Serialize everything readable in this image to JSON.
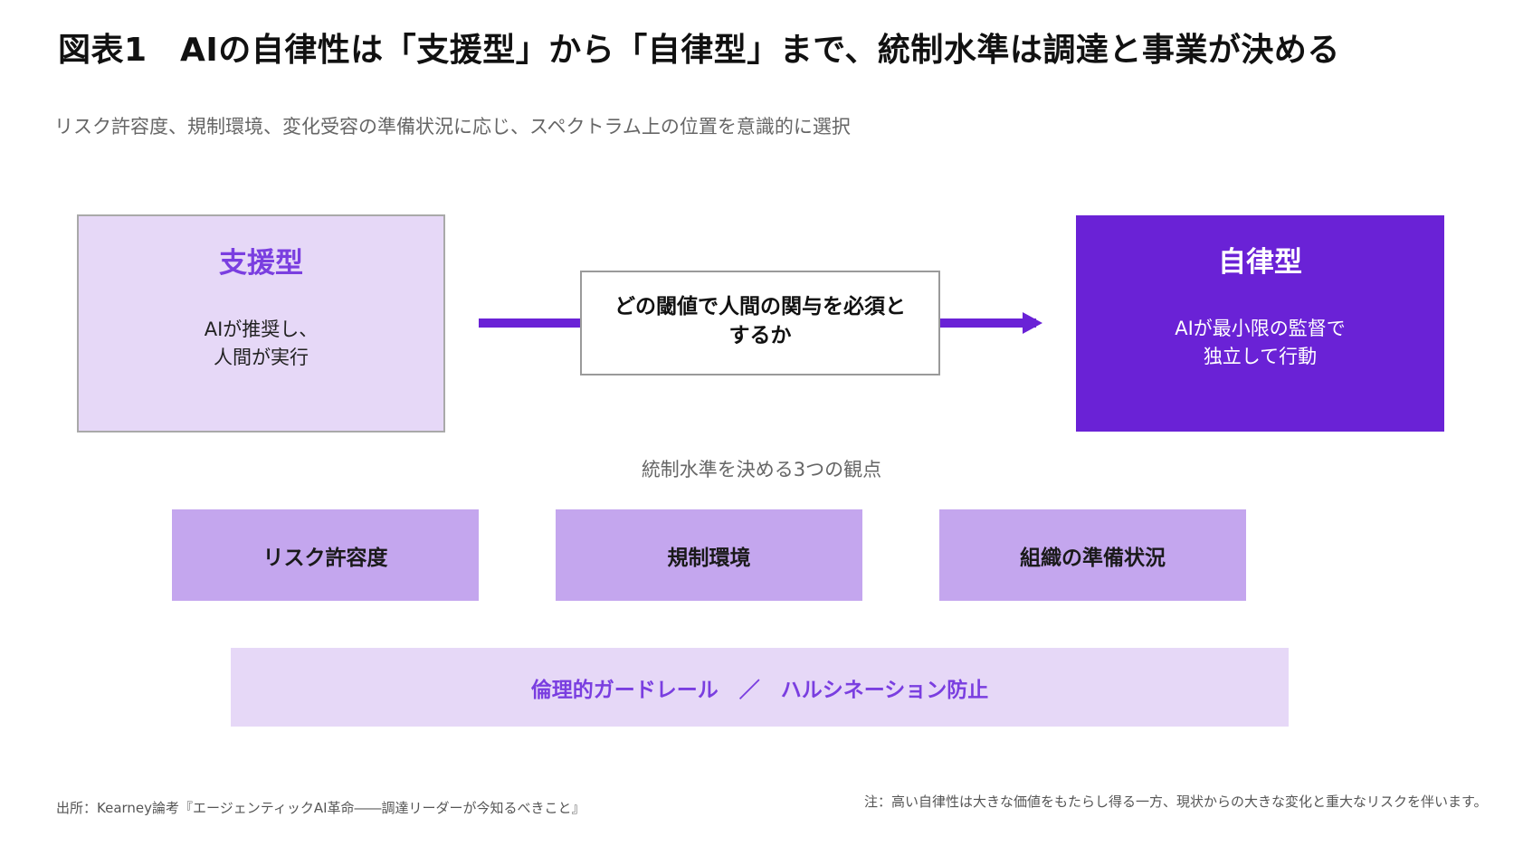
{
  "title": "図表1　AIの自律性は「支援型」から「自律型」まで、統制水準は調達と事業が決める",
  "subtitle": "リスク許容度、規制環境、変化受容の準備状況に応じ、スペクトラム上の位置を意識的に選択",
  "assistive": {
    "title": "支援型",
    "lines": [
      "AIが推奨し、",
      "人間が実行"
    ]
  },
  "center": {
    "lines": [
      "どの閾値で人間の関与を必須と",
      "するか"
    ]
  },
  "autonomous": {
    "title": "自律型",
    "lines": [
      "AIが最小限の監督で",
      "独立して行動"
    ]
  },
  "section_label": "統制水準を決める3つの観点",
  "factors": [
    "リスク許容度",
    "規制環境",
    "組織の準備状況"
  ],
  "bottom_bar": "倫理的ガードレール　／　ハルシネーション防止",
  "source": "出所：Kearney論考『エージェンティックAI革命――調達リーダーが今知るべきこと』",
  "note": "注：高い自律性は大きな価値をもたらし得る一方、現状からの大きな変化と重大なリスクを伴います。",
  "colors": {
    "accent": "#6a22d6",
    "accent_text": "#7a3ee0",
    "light_purple": "#e6d8f7",
    "mid_purple": "#c4a6ee"
  }
}
